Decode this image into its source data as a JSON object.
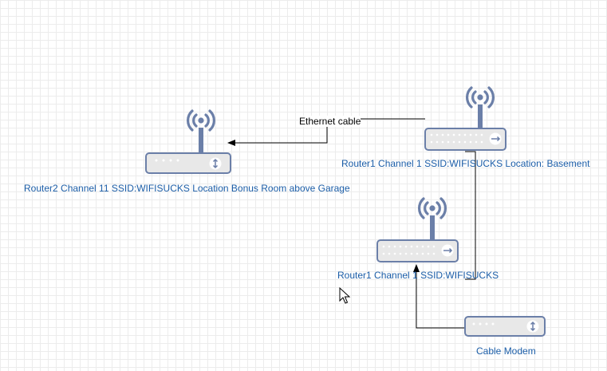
{
  "nodes": [
    {
      "id": "router2",
      "label": "Router2 Channel 11 SSID:WIFISUCKS Location Bonus Room above Garage"
    },
    {
      "id": "router1-basement",
      "label": "Router1 Channel 1 SSID:WIFISUCKS Location: Basement"
    },
    {
      "id": "router1",
      "label": "Router1 Channel 1 SSID:WIFISUCKS"
    },
    {
      "id": "cable-modem",
      "label": "Cable Modem"
    }
  ],
  "edges": [
    {
      "from": "router1-basement",
      "to": "router2",
      "label": "Ethernet cable"
    },
    {
      "from": "router1-basement",
      "to": "router1",
      "label": ""
    },
    {
      "from": "cable-modem",
      "to": "router1",
      "label": ""
    }
  ],
  "colors": {
    "device_fill": "#e8e8e8",
    "device_stroke": "#6b7fa8",
    "antenna": "#6b7fa8",
    "label_text": "#1c5ea8",
    "connector": "#000000"
  }
}
